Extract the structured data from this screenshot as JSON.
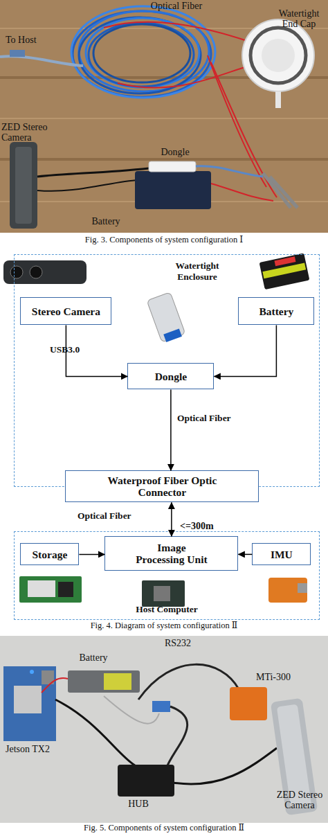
{
  "diagram": {
    "caption": "Fig. 4.  Diagram of system configuration Ⅱ",
    "nodes": [
      {
        "text": [
          "Watertight Enclosure"
        ]
      },
      {
        "text": [
          "Stereo Camera"
        ],
        "in": 0
      },
      {
        "text": [
          "Battery"
        ],
        "in": 0
      },
      {
        "text": [
          "Dongle"
        ],
        "in": 0
      },
      {
        "text": [
          "Waterproof Fiber Optic Connector"
        ],
        "in": 0
      },
      {
        "text": [
          "Host Computer"
        ]
      },
      {
        "text": [
          "Storage"
        ],
        "in": 5
      },
      {
        "text": [
          "Image Processing Unit"
        ],
        "in": 5
      },
      {
        "text": [
          "IMU"
        ],
        "in": 5
      }
    ],
    "edges": [
      {
        "from": 1,
        "to": 3,
        "label": "USB3.0",
        "arrow": "to"
      },
      {
        "from": 2,
        "to": 3,
        "arrow": "to"
      },
      {
        "from": 3,
        "to": 4,
        "label": "Optical Fiber",
        "arrow": "to"
      },
      {
        "from": 4,
        "to": 7,
        "label": "Optical Fiber",
        "arrow": "both"
      },
      {
        "from": 6,
        "to": 7,
        "arrow": "to"
      },
      {
        "from": 8,
        "to": 7,
        "arrow": "to"
      }
    ],
    "labels": [
      "Optical Fiber",
      "To Host",
      "Watertight End Cap",
      "ZED Stereo Camera",
      "Dongle",
      "Battery",
      "Fig. 3.  Components of system configuration Ⅰ",
      "<=300m",
      "Battery",
      "RS232",
      "MTi-300",
      "Jetson TX2",
      "HUB",
      "ZED Stereo Camera",
      "Fig. 5.  Components of system configuration Ⅱ"
    ]
  }
}
